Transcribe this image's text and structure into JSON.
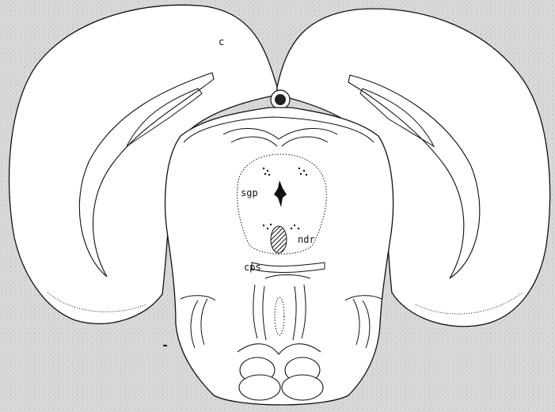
{
  "labels": {
    "c": "c",
    "sgp": "sgp",
    "ndr": "ndr",
    "cps": "cps"
  },
  "colors": {
    "background": "#d9d9d9",
    "speckle": "#b8b8b8",
    "line": "#111111",
    "fill": "#ffffff"
  }
}
